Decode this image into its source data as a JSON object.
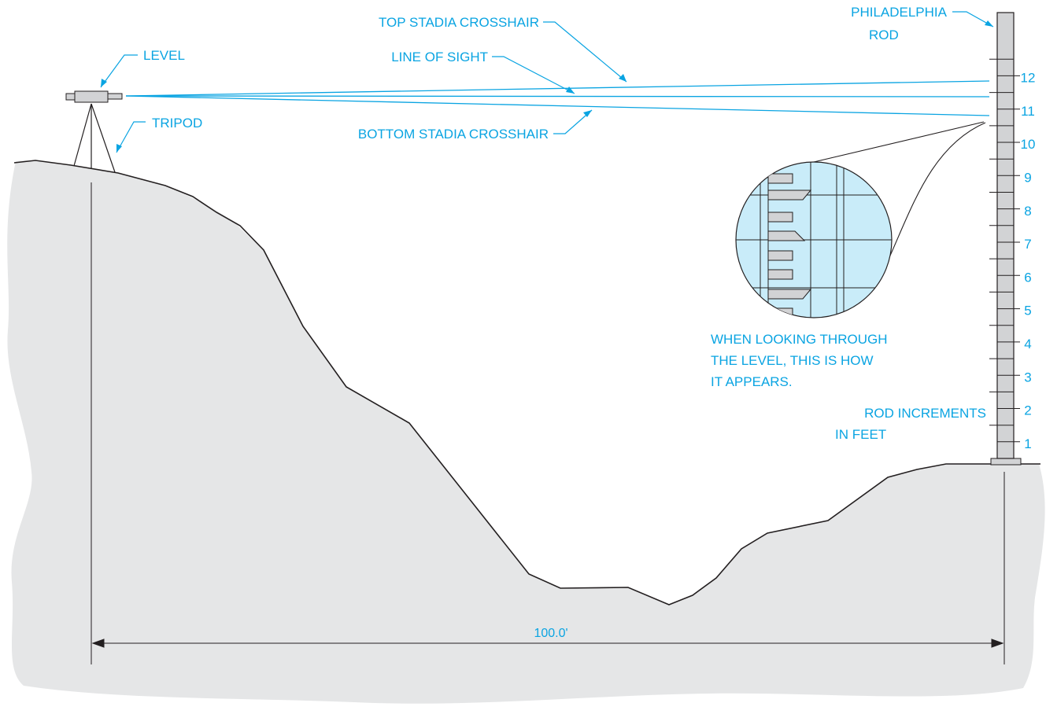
{
  "labels": {
    "level": "LEVEL",
    "tripod": "TRIPOD",
    "top_stadia": "TOP STADIA CROSSHAIR",
    "line_of_sight": "LINE OF SIGHT",
    "bottom_stadia": "BOTTOM STADIA CROSSHAIR",
    "rod_line1": "PHILADELPHIA",
    "rod_line2": "ROD",
    "view_line1": "WHEN LOOKING THROUGH",
    "view_line2": "THE LEVEL, THIS IS HOW",
    "view_line3": "IT APPEARS.",
    "incr_line1": "ROD INCREMENTS",
    "incr_line2": "IN FEET"
  },
  "rod_ticks": [
    "1",
    "2",
    "3",
    "4",
    "5",
    "6",
    "7",
    "8",
    "9",
    "10",
    "11",
    "12"
  ],
  "dimension": "100.0'",
  "colors": {
    "accent": "#0aa4e2",
    "terrain": "#e5e6e7",
    "lens": "#c9ecf9",
    "rod": "#d2d3d5",
    "line": "#231f20"
  }
}
